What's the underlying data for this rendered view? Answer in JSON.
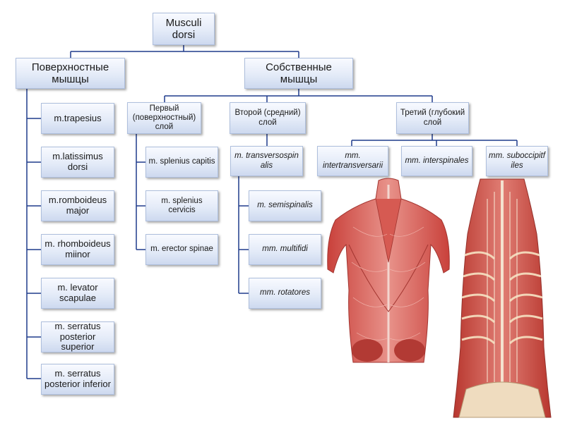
{
  "root": {
    "label": "Musculi\ndorsi"
  },
  "superficial": {
    "label": "Поверхностные\nмышцы",
    "items": [
      "m.trapesius",
      "m.latissimus dorsi",
      "m.romboideus\nmajor",
      "m. rhomboideus\nmiinor",
      "m. levator\nscapulae",
      "m. serratus\nposterior superior",
      "m. serratus\nposterior inferior"
    ]
  },
  "intrinsic": {
    "label": "Собственные\nмышцы",
    "layer1": {
      "label": "Первый\n(поверхностный)\nслой",
      "items": [
        "m. splenius capitis",
        "m. splenius\ncervicis",
        "m. erector spinae"
      ]
    },
    "layer2": {
      "label": "Второй (средний)\nслой",
      "head": "m. transversospin\nalis",
      "items": [
        "m. semispinalis",
        "mm. multifidi",
        "mm. rotatores"
      ]
    },
    "layer3": {
      "label": "Третий (глубокий\nслой",
      "items": [
        "mm.\nintertransversarii",
        "mm. interspinales",
        "mm. suboccipitf\niles"
      ]
    }
  }
}
